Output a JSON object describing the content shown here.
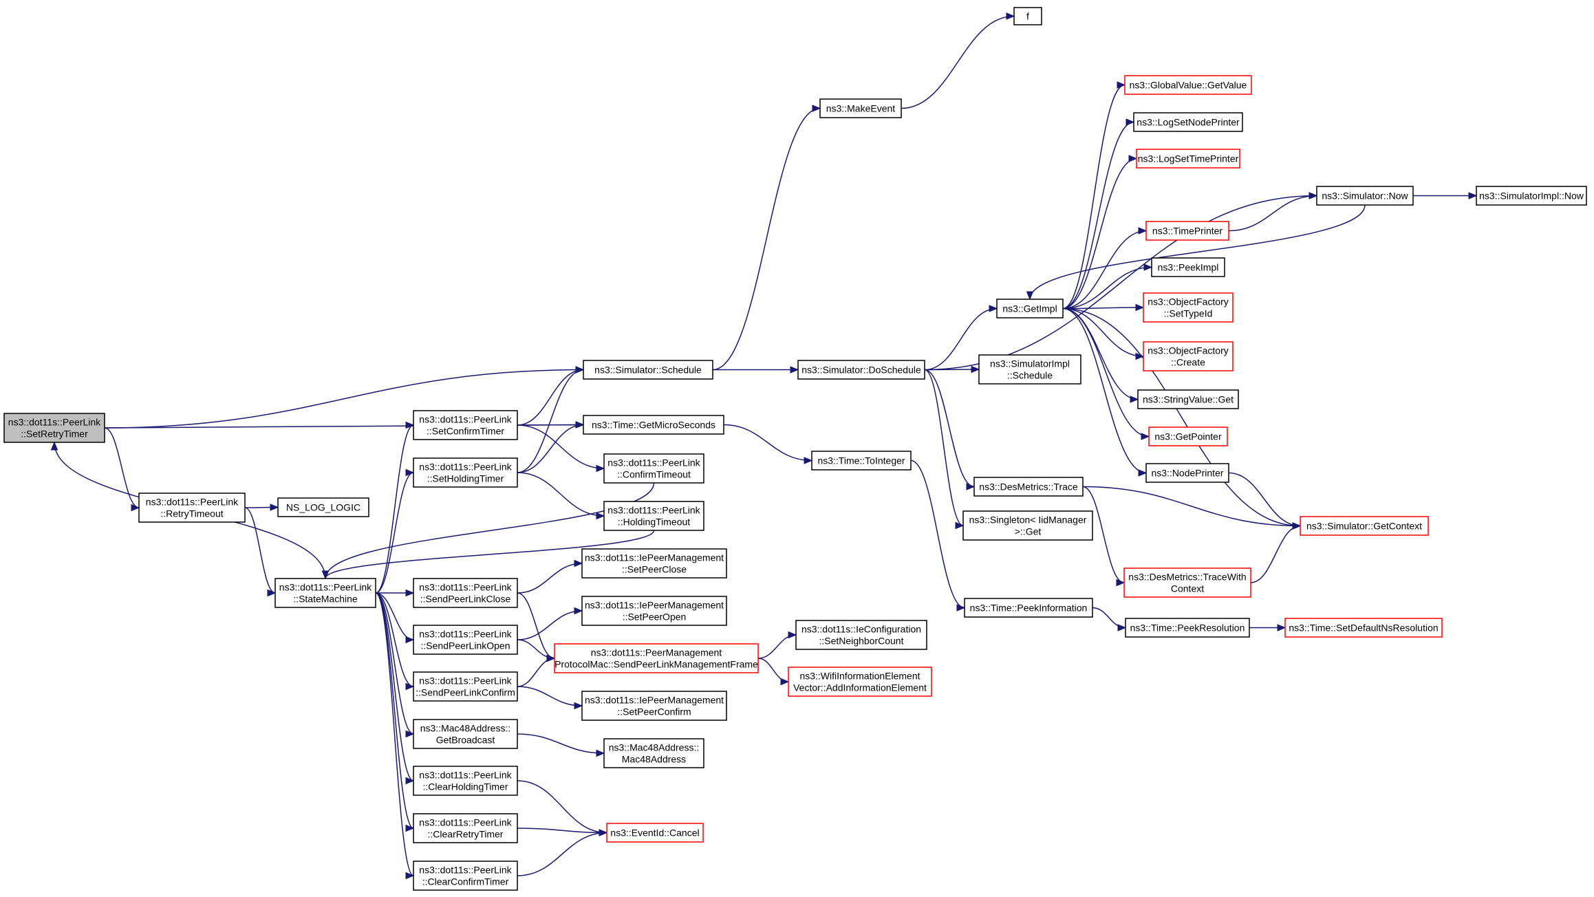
{
  "graph": {
    "type": "call-graph",
    "colors": {
      "edge": "#191970",
      "node_border": "#000000",
      "truncated_border": "#ff0000",
      "current_fill": "#bfbfbf"
    },
    "nodes": [
      {
        "id": "setretry",
        "lines": [
          "ns3::dot11s::PeerLink",
          "::SetRetryTimer"
        ],
        "style": "current"
      },
      {
        "id": "retrytimeout",
        "lines": [
          "ns3::dot11s::PeerLink",
          "::RetryTimeout"
        ],
        "style": "normal"
      },
      {
        "id": "nslog",
        "lines": [
          "NS_LOG_LOGIC"
        ],
        "style": "normal"
      },
      {
        "id": "statemachine",
        "lines": [
          "ns3::dot11s::PeerLink",
          "::StateMachine"
        ],
        "style": "normal"
      },
      {
        "id": "setconfirm",
        "lines": [
          "ns3::dot11s::PeerLink",
          "::SetConfirmTimer"
        ],
        "style": "normal"
      },
      {
        "id": "setholding",
        "lines": [
          "ns3::dot11s::PeerLink",
          "::SetHoldingTimer"
        ],
        "style": "normal"
      },
      {
        "id": "sendclose",
        "lines": [
          "ns3::dot11s::PeerLink",
          "::SendPeerLinkClose"
        ],
        "style": "normal"
      },
      {
        "id": "sendopen",
        "lines": [
          "ns3::dot11s::PeerLink",
          "::SendPeerLinkOpen"
        ],
        "style": "normal"
      },
      {
        "id": "sendconfirm",
        "lines": [
          "ns3::dot11s::PeerLink",
          "::SendPeerLinkConfirm"
        ],
        "style": "normal"
      },
      {
        "id": "getbroadcast",
        "lines": [
          "ns3::Mac48Address::",
          "GetBroadcast"
        ],
        "style": "normal"
      },
      {
        "id": "clearholding",
        "lines": [
          "ns3::dot11s::PeerLink",
          "::ClearHoldingTimer"
        ],
        "style": "normal"
      },
      {
        "id": "clearretry",
        "lines": [
          "ns3::dot11s::PeerLink",
          "::ClearRetryTimer"
        ],
        "style": "normal"
      },
      {
        "id": "clearconfirm",
        "lines": [
          "ns3::dot11s::PeerLink",
          "::ClearConfirmTimer"
        ],
        "style": "normal"
      },
      {
        "id": "schedule",
        "lines": [
          "ns3::Simulator::Schedule"
        ],
        "style": "normal"
      },
      {
        "id": "getmicro",
        "lines": [
          "ns3::Time::GetMicroSeconds"
        ],
        "style": "normal"
      },
      {
        "id": "confirmtimeout",
        "lines": [
          "ns3::dot11s::PeerLink",
          "::ConfirmTimeout"
        ],
        "style": "normal"
      },
      {
        "id": "holdingtimeout",
        "lines": [
          "ns3::dot11s::PeerLink",
          "::HoldingTimeout"
        ],
        "style": "normal"
      },
      {
        "id": "iepeerclose",
        "lines": [
          "ns3::dot11s::IePeerManagement",
          "::SetPeerClose"
        ],
        "style": "normal"
      },
      {
        "id": "iepeeropen",
        "lines": [
          "ns3::dot11s::IePeerManagement",
          "::SetPeerOpen"
        ],
        "style": "normal"
      },
      {
        "id": "pmpsend",
        "lines": [
          "ns3::dot11s::PeerManagement",
          "ProtocolMac::SendPeerLinkManagementFrame"
        ],
        "style": "truncated"
      },
      {
        "id": "iepeerconfirm",
        "lines": [
          "ns3::dot11s::IePeerManagement",
          "::SetPeerConfirm"
        ],
        "style": "normal"
      },
      {
        "id": "mac48",
        "lines": [
          "ns3::Mac48Address::",
          "Mac48Address"
        ],
        "style": "normal"
      },
      {
        "id": "cancel",
        "lines": [
          "ns3::EventId::Cancel"
        ],
        "style": "truncated"
      },
      {
        "id": "makeevent",
        "lines": [
          "ns3::MakeEvent"
        ],
        "style": "normal"
      },
      {
        "id": "f",
        "lines": [
          "f"
        ],
        "style": "normal"
      },
      {
        "id": "doschedule",
        "lines": [
          "ns3::Simulator::DoSchedule"
        ],
        "style": "normal"
      },
      {
        "id": "tointeger",
        "lines": [
          "ns3::Time::ToInteger"
        ],
        "style": "normal"
      },
      {
        "id": "setneighbor",
        "lines": [
          "ns3::dot11s::IeConfiguration",
          "::SetNeighborCount"
        ],
        "style": "normal"
      },
      {
        "id": "addinfo",
        "lines": [
          "ns3::WifiInformationElement",
          "Vector::AddInformationElement"
        ],
        "style": "truncated"
      },
      {
        "id": "getimpl",
        "lines": [
          "ns3::GetImpl"
        ],
        "style": "normal"
      },
      {
        "id": "simimplsched",
        "lines": [
          "ns3::SimulatorImpl",
          "::Schedule"
        ],
        "style": "normal"
      },
      {
        "id": "desmetrics",
        "lines": [
          "ns3::DesMetrics::Trace"
        ],
        "style": "normal"
      },
      {
        "id": "singleton",
        "lines": [
          "ns3::Singleton< IidManager",
          ">::Get"
        ],
        "style": "normal"
      },
      {
        "id": "peekinfo",
        "lines": [
          "ns3::Time::PeekInformation"
        ],
        "style": "normal"
      },
      {
        "id": "globalvalue",
        "lines": [
          "ns3::GlobalValue::GetValue"
        ],
        "style": "truncated"
      },
      {
        "id": "lognodeprinter",
        "lines": [
          "ns3::LogSetNodePrinter"
        ],
        "style": "normal"
      },
      {
        "id": "logtimeprinter",
        "lines": [
          "ns3::LogSetTimePrinter"
        ],
        "style": "truncated"
      },
      {
        "id": "timeprinter",
        "lines": [
          "ns3::TimePrinter"
        ],
        "style": "truncated"
      },
      {
        "id": "peekimpl",
        "lines": [
          "ns3::PeekImpl"
        ],
        "style": "normal"
      },
      {
        "id": "objfactsettype",
        "lines": [
          "ns3::ObjectFactory",
          "::SetTypeId"
        ],
        "style": "truncated"
      },
      {
        "id": "objfactcreate",
        "lines": [
          "ns3::ObjectFactory",
          "::Create"
        ],
        "style": "truncated"
      },
      {
        "id": "stringvalue",
        "lines": [
          "ns3::StringValue::Get"
        ],
        "style": "normal"
      },
      {
        "id": "getpointer",
        "lines": [
          "ns3::GetPointer"
        ],
        "style": "truncated"
      },
      {
        "id": "nodeprinter",
        "lines": [
          "ns3::NodePrinter"
        ],
        "style": "normal"
      },
      {
        "id": "getcontext",
        "lines": [
          "ns3::Simulator::GetContext"
        ],
        "style": "truncated"
      },
      {
        "id": "tracewith",
        "lines": [
          "ns3::DesMetrics::TraceWith",
          "Context"
        ],
        "style": "truncated"
      },
      {
        "id": "peekres",
        "lines": [
          "ns3::Time::PeekResolution"
        ],
        "style": "normal"
      },
      {
        "id": "setdefaultres",
        "lines": [
          "ns3::Time::SetDefaultNsResolution"
        ],
        "style": "truncated"
      },
      {
        "id": "simnow",
        "lines": [
          "ns3::Simulator::Now"
        ],
        "style": "normal"
      },
      {
        "id": "simimplnow",
        "lines": [
          "ns3::SimulatorImpl::Now"
        ],
        "style": "normal"
      }
    ],
    "edges": [
      [
        "setretry",
        "retrytimeout"
      ],
      [
        "setretry",
        "schedule"
      ],
      [
        "setretry",
        "getmicro"
      ],
      [
        "retrytimeout",
        "nslog"
      ],
      [
        "retrytimeout",
        "statemachine"
      ],
      [
        "statemachine",
        "setretry"
      ],
      [
        "statemachine",
        "setconfirm"
      ],
      [
        "statemachine",
        "setholding"
      ],
      [
        "statemachine",
        "sendclose"
      ],
      [
        "statemachine",
        "sendopen"
      ],
      [
        "statemachine",
        "sendconfirm"
      ],
      [
        "statemachine",
        "getbroadcast"
      ],
      [
        "statemachine",
        "clearholding"
      ],
      [
        "statemachine",
        "clearretry"
      ],
      [
        "statemachine",
        "clearconfirm"
      ],
      [
        "setconfirm",
        "schedule"
      ],
      [
        "setconfirm",
        "getmicro"
      ],
      [
        "setconfirm",
        "confirmtimeout"
      ],
      [
        "setholding",
        "schedule"
      ],
      [
        "setholding",
        "getmicro"
      ],
      [
        "setholding",
        "holdingtimeout"
      ],
      [
        "confirmtimeout",
        "statemachine"
      ],
      [
        "holdingtimeout",
        "statemachine"
      ],
      [
        "sendclose",
        "iepeerclose"
      ],
      [
        "sendclose",
        "pmpsend"
      ],
      [
        "sendopen",
        "iepeeropen"
      ],
      [
        "sendopen",
        "pmpsend"
      ],
      [
        "sendconfirm",
        "pmpsend"
      ],
      [
        "sendconfirm",
        "iepeerconfirm"
      ],
      [
        "getbroadcast",
        "mac48"
      ],
      [
        "clearholding",
        "cancel"
      ],
      [
        "clearretry",
        "cancel"
      ],
      [
        "clearconfirm",
        "cancel"
      ],
      [
        "schedule",
        "makeevent"
      ],
      [
        "schedule",
        "doschedule"
      ],
      [
        "makeevent",
        "f"
      ],
      [
        "getmicro",
        "tointeger"
      ],
      [
        "pmpsend",
        "setneighbor"
      ],
      [
        "pmpsend",
        "addinfo"
      ],
      [
        "doschedule",
        "getimpl"
      ],
      [
        "doschedule",
        "simimplsched"
      ],
      [
        "doschedule",
        "desmetrics"
      ],
      [
        "doschedule",
        "singleton"
      ],
      [
        "doschedule",
        "simnow"
      ],
      [
        "tointeger",
        "peekinfo"
      ],
      [
        "getimpl",
        "globalvalue"
      ],
      [
        "getimpl",
        "lognodeprinter"
      ],
      [
        "getimpl",
        "logtimeprinter"
      ],
      [
        "getimpl",
        "timeprinter"
      ],
      [
        "getimpl",
        "peekimpl"
      ],
      [
        "getimpl",
        "objfactsettype"
      ],
      [
        "getimpl",
        "objfactcreate"
      ],
      [
        "getimpl",
        "stringvalue"
      ],
      [
        "getimpl",
        "getpointer"
      ],
      [
        "getimpl",
        "nodeprinter"
      ],
      [
        "getimpl",
        "getcontext"
      ],
      [
        "simnow",
        "getimpl"
      ],
      [
        "simnow",
        "simimplnow"
      ],
      [
        "timeprinter",
        "simnow"
      ],
      [
        "nodeprinter",
        "getcontext"
      ],
      [
        "desmetrics",
        "getcontext"
      ],
      [
        "desmetrics",
        "tracewith"
      ],
      [
        "tracewith",
        "getcontext"
      ],
      [
        "peekinfo",
        "peekres"
      ],
      [
        "peekres",
        "setdefaultres"
      ]
    ]
  }
}
